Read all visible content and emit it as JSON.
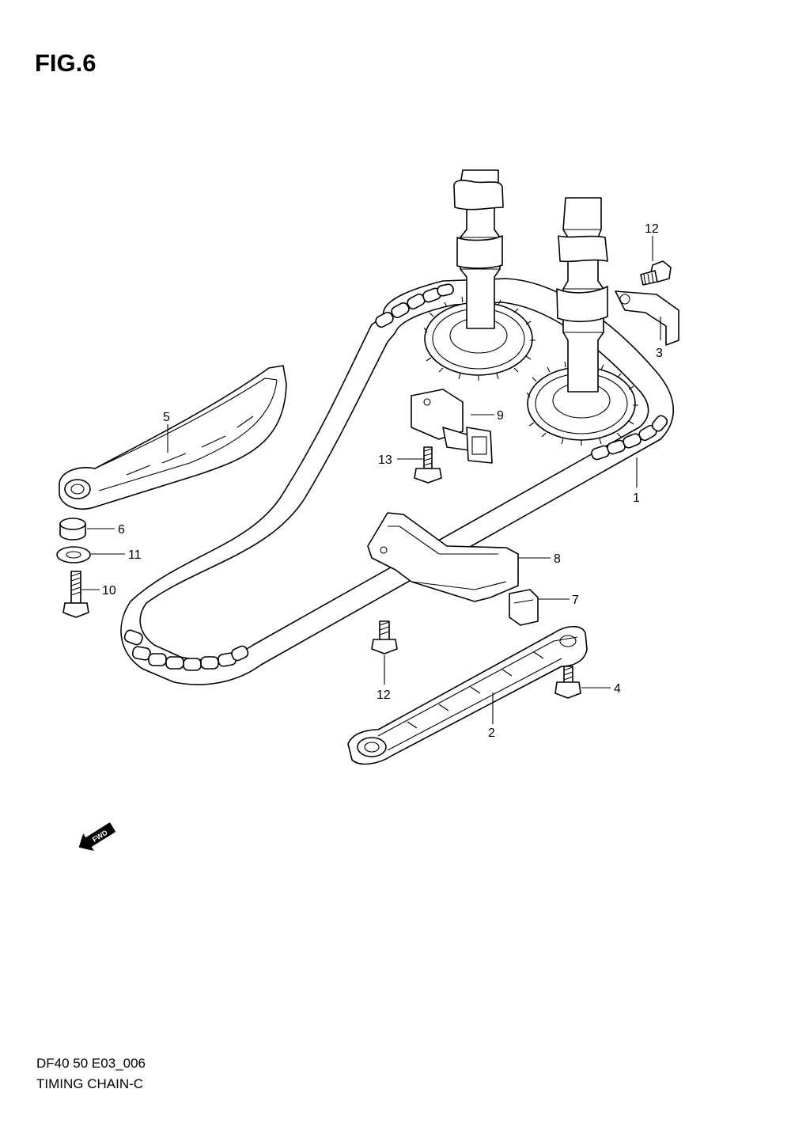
{
  "figure": {
    "title": "FIG.6",
    "model_code": "DF40 50 E03_006",
    "section_name": "TIMING CHAIN-C",
    "fwd_label": "FWD"
  },
  "callouts": [
    {
      "id": "c1",
      "label": "1"
    },
    {
      "id": "c2",
      "label": "2"
    },
    {
      "id": "c3",
      "label": "3"
    },
    {
      "id": "c4",
      "label": "4"
    },
    {
      "id": "c5",
      "label": "5"
    },
    {
      "id": "c6",
      "label": "6"
    },
    {
      "id": "c7",
      "label": "7"
    },
    {
      "id": "c8",
      "label": "8"
    },
    {
      "id": "c9",
      "label": "9"
    },
    {
      "id": "c10",
      "label": "10"
    },
    {
      "id": "c11",
      "label": "11"
    },
    {
      "id": "c12a",
      "label": "12"
    },
    {
      "id": "c12b",
      "label": "12"
    },
    {
      "id": "c13",
      "label": "13"
    }
  ]
}
